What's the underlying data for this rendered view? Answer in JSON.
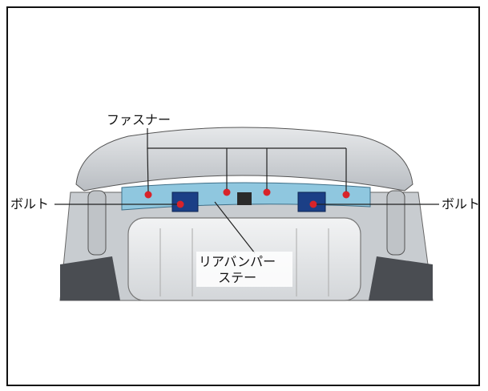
{
  "labels": {
    "fastener": "ファスナー",
    "bolt_left": "ボルト",
    "bolt_right": "ボルト",
    "rear_bumper_stay_line1": "リアバンパー",
    "rear_bumper_stay_line2": "ステー"
  },
  "colors": {
    "stay_fill": "#8fc7df",
    "fastener_marker": "#d8232a",
    "bolt_bracket": "#1b3f86",
    "body_gray": "#cfd2d6",
    "leader_line": "#222222"
  }
}
